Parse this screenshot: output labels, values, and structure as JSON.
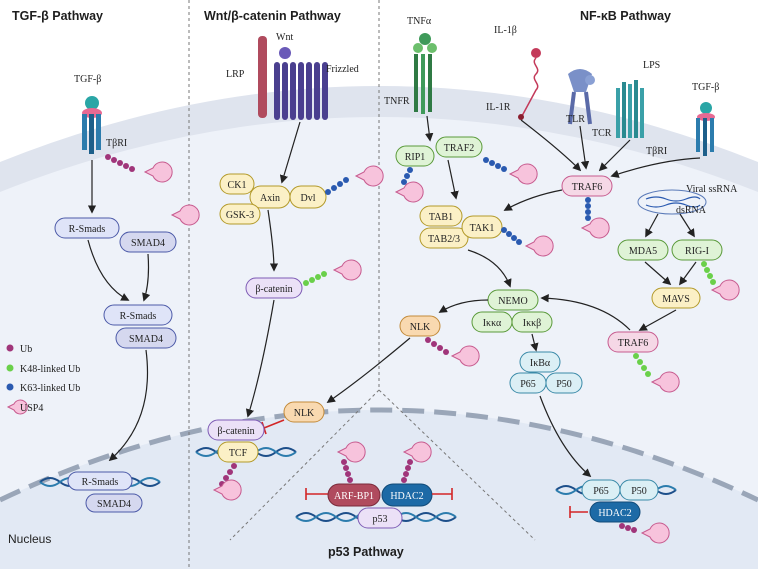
{
  "panels": {
    "tgf": "TGF-β Pathway",
    "wnt": "Wnt/β-catenin Pathway",
    "nfkb": "NF-κB Pathway",
    "p53": "p53 Pathway"
  },
  "nucleus_label": "Nucleus",
  "tgf": {
    "ligand": "TGF-β",
    "receptor": "TβRI",
    "rsmads": "R-Smads",
    "smad4": "SMAD4"
  },
  "wnt": {
    "ligand": "Wnt",
    "lrp": "LRP",
    "frizzled": "Frizzled",
    "ck1": "CK1",
    "axin": "Axin",
    "dvl": "Dvl",
    "gsk3": "GSK-3",
    "bcatenin": "β-catenin",
    "nlk": "NLK",
    "tcf": "TCF"
  },
  "nfkb": {
    "tnfa": "TNFα",
    "tnfr": "TNFR",
    "il1b": "IL-1β",
    "il1r": "IL-1R",
    "tlr": "TLR",
    "lps": "LPS",
    "tcr": "TCR",
    "tgfb": "TGF-β",
    "tbri": "TβRI",
    "rip1": "RIP1",
    "traf2": "TRAF2",
    "traf6": "TRAF6",
    "viral_ssrna": "Viral ssRNA",
    "dsrna": "dsRNA",
    "tab1": "TAB1",
    "tab23": "TAB2/3",
    "tak1": "TAK1",
    "mda5": "MDA5",
    "rigi": "RIG-I",
    "mavs": "MAVS",
    "nemo": "NEMO",
    "ikka": "Iκκα",
    "ikkb": "Iκκβ",
    "nlk": "NLK",
    "ikba": "IκBα",
    "p65": "P65",
    "p50": "P50",
    "hdac2": "HDAC2"
  },
  "p53": {
    "arf": "ARF-BP1",
    "hdac2": "HDAC2",
    "p53": "p53"
  },
  "legend": {
    "ub": "Ub",
    "k48": "K48-linked Ub",
    "k63": "K63-linked Ub",
    "usp4": "USP4"
  },
  "colors": {
    "ub": "#a0357a",
    "k48": "#6ad04a",
    "k63": "#2a5ab0",
    "usp4": "#f7c3dc",
    "inhibition": "#d32626"
  }
}
